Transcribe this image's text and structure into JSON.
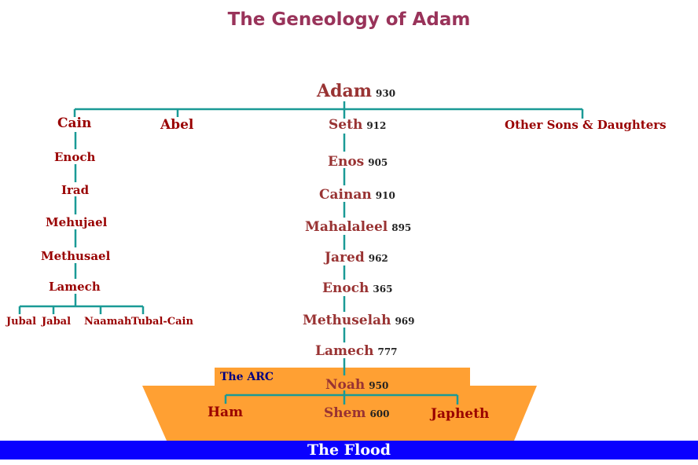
{
  "title": "The Geneology of Adam",
  "colors": {
    "connector": "#1a9a96",
    "cain_line": "#990000",
    "seth_line": "#993333",
    "ark": "#ffa033",
    "flood": "#0a00ff"
  },
  "adam": {
    "name": "Adam",
    "years": "930"
  },
  "children": {
    "cain": "Cain",
    "abel": "Abel",
    "seth": {
      "name": "Seth",
      "years": "912"
    },
    "others": "Other Sons & Daughters"
  },
  "cain_line": [
    "Enoch",
    "Irad",
    "Mehujael",
    "Methusael",
    "Lamech"
  ],
  "lamech_children": [
    "Jubal",
    "Jabal",
    "Naamah",
    "Tubal-Cain"
  ],
  "seth_line": [
    {
      "name": "Enos",
      "years": "905"
    },
    {
      "name": "Cainan",
      "years": "910"
    },
    {
      "name": "Mahalaleel",
      "years": "895"
    },
    {
      "name": "Jared",
      "years": "962"
    },
    {
      "name": "Enoch",
      "years": "365"
    },
    {
      "name": "Methuselah",
      "years": "969"
    },
    {
      "name": "Lamech",
      "years": "777"
    }
  ],
  "ark": {
    "label": "The ARC",
    "noah": {
      "name": "Noah",
      "years": "950"
    },
    "sons": [
      {
        "name": "Ham",
        "years": ""
      },
      {
        "name": "Shem",
        "years": "600"
      },
      {
        "name": "Japheth",
        "years": ""
      }
    ]
  },
  "flood": "The Flood"
}
